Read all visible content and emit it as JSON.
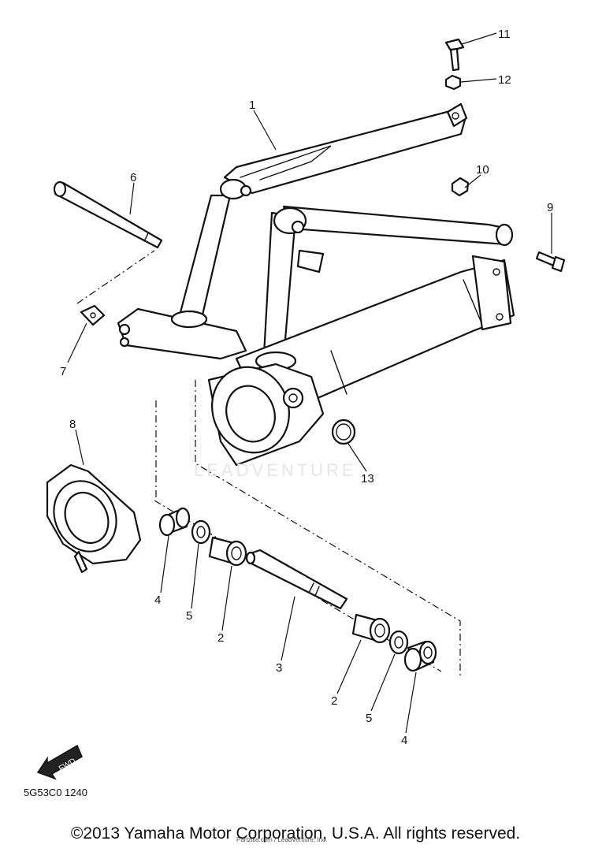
{
  "diagram": {
    "callouts": {
      "c1": "1",
      "c2a": "2",
      "c2b": "2",
      "c3": "3",
      "c4a": "4",
      "c4b": "4",
      "c5a": "5",
      "c5b": "5",
      "c6": "6",
      "c7": "7",
      "c8": "8",
      "c9": "9",
      "c10": "10",
      "c11": "11",
      "c12": "12",
      "c13": "13"
    },
    "fwd_label": "FWD",
    "code": "5G53C0 1240",
    "watermark": "LEADVENTURE",
    "credit": "Partzilla.com / LeadVenture, Inc.",
    "copyright": "©2013 Yamaha Motor Corporation, U.S.A. All rights reserved."
  }
}
